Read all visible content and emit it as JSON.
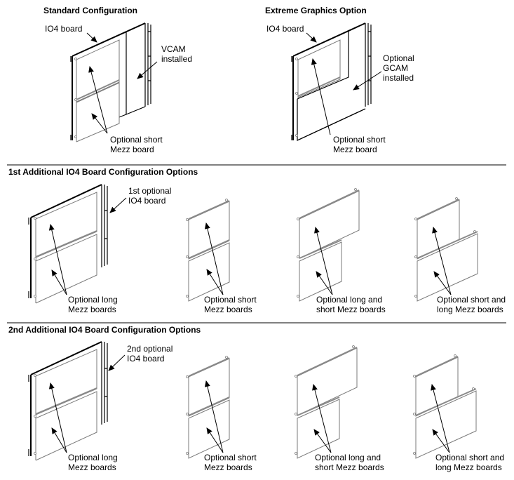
{
  "sections": {
    "standard": {
      "title": "Standard Configuration",
      "io4_label": "IO4 board",
      "module_label": [
        "VCAM",
        "installed"
      ],
      "mezz_label": [
        "Optional short",
        "Mezz board"
      ]
    },
    "extreme": {
      "title": "Extreme Graphics Option",
      "io4_label": "IO4 board",
      "module_label": [
        "Optional",
        "GCAM",
        "installed"
      ],
      "mezz_label": [
        "Optional short",
        "Mezz board"
      ]
    },
    "first": {
      "title": "1st Additional IO4 Board Configuration Options",
      "board_label": [
        "1st optional",
        "IO4 board"
      ],
      "options": [
        {
          "label": [
            "Optional long",
            "Mezz boards"
          ]
        },
        {
          "label": [
            "Optional short",
            "Mezz boards"
          ]
        },
        {
          "label": [
            "Optional long and",
            "short Mezz boards"
          ]
        },
        {
          "label": [
            "Optional short and",
            "long Mezz boards"
          ]
        }
      ]
    },
    "second": {
      "title": "2nd Additional IO4 Board Configuration Options",
      "board_label": [
        "2nd optional",
        "IO4 board"
      ],
      "options": [
        {
          "label": [
            "Optional long",
            "Mezz boards"
          ]
        },
        {
          "label": [
            "Optional short",
            "Mezz boards"
          ]
        },
        {
          "label": [
            "Optional long and",
            "short Mezz boards"
          ]
        },
        {
          "label": [
            "Optional short and",
            "long Mezz boards"
          ]
        }
      ]
    }
  }
}
